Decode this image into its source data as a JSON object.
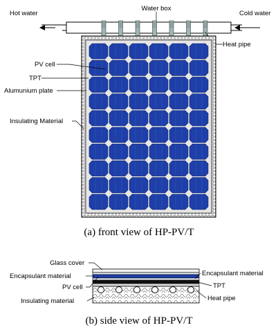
{
  "front_view": {
    "labels": {
      "water_box": "Water box",
      "hot_water": "Hot water",
      "cold_water": "Cold water",
      "heat_pipe": "Heat pipe",
      "pv_cell": "PV cell",
      "tpt": "TPT",
      "aluminium_plate": "Alumunium plate",
      "insulating_material": "Insulating Material"
    },
    "caption": "(a) front view of HP-PV/T",
    "cell_grid": {
      "columns": 6,
      "rows": 10
    },
    "heat_pipe_count": 7,
    "colors": {
      "cell": "#1f3fa8",
      "cell_edge": "#0c2373",
      "frame": "#6a6a6a",
      "pipe": "#6f8f8f"
    }
  },
  "side_view": {
    "labels": {
      "glass_cover": "Glass cover",
      "encapsulant_left": "Encapsulant material",
      "encapsulant_right": "Encapsulant material",
      "pv_cell": "PV cell",
      "tpt": "TPT",
      "insulating_material": "Insulating material",
      "heat_pipe": "Heat pipe"
    },
    "caption": "(b) side view of HP-PV/T"
  }
}
